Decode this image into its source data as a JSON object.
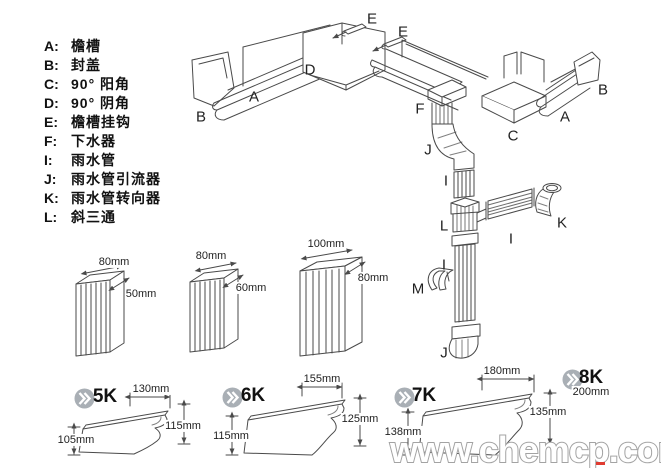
{
  "legend": {
    "items": [
      {
        "key": "A:",
        "label": "檐槽"
      },
      {
        "key": "B:",
        "label": "封盖"
      },
      {
        "key": "C:",
        "label": "90° 阳角"
      },
      {
        "key": "D:",
        "label": "90° 阴角"
      },
      {
        "key": "E:",
        "label": "檐槽挂钩"
      },
      {
        "key": "F:",
        "label": "下水器"
      },
      {
        "key": "I:",
        "label": "雨水管"
      },
      {
        "key": "J:",
        "label": "雨水管引流器"
      },
      {
        "key": "K:",
        "label": "雨水管转向器"
      },
      {
        "key": "L:",
        "label": "斜三通"
      }
    ]
  },
  "assembly": {
    "labels": [
      "B",
      "A",
      "D",
      "E",
      "E",
      "F",
      "J",
      "C",
      "A",
      "B",
      "I",
      "L",
      "I",
      "K",
      "I",
      "M",
      "J"
    ]
  },
  "downspouts": {
    "items": [
      {
        "width": "80mm",
        "depth": "50mm"
      },
      {
        "width": "80mm",
        "depth": "60mm"
      },
      {
        "width": "100mm",
        "depth": "80mm"
      }
    ]
  },
  "gutter_profiles": {
    "items": [
      {
        "name": "5K",
        "top_width": "130mm",
        "front_height": "115mm",
        "back_height": "105mm"
      },
      {
        "name": "6K",
        "top_width": "155mm",
        "front_height": "125mm",
        "back_height": "115mm"
      },
      {
        "name": "7K",
        "top_width": "180mm",
        "front_height": "135mm",
        "back_height": "138mm"
      },
      {
        "name": "8K",
        "top_width": "200mm"
      }
    ]
  },
  "watermark": {
    "text": "www.chemcp.com"
  },
  "colors": {
    "line": "#4a4a4a",
    "text": "#1a1a1a",
    "badge_gray": "#a9afb5",
    "watermark_fill": "#ffffff",
    "watermark_outline": "#a3a3a3",
    "red_mark": "#e03c31"
  }
}
